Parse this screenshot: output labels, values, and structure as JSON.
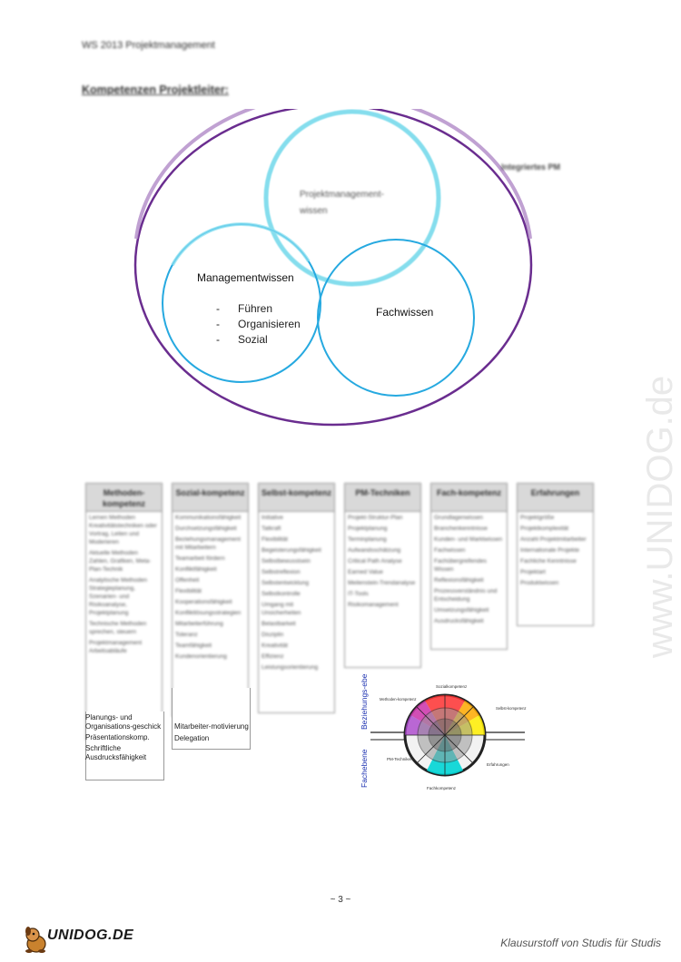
{
  "header": {
    "course": "WS 2013 Projektmanagement"
  },
  "section": {
    "title": "Kompetenzen Projektleiter:"
  },
  "venn": {
    "outer_label": "Integriertes PM",
    "circle_pm": "Projektmanagement-wissen",
    "circle_mgmt": {
      "title": "Managementwissen",
      "items": [
        "Führen",
        "Organisieren",
        "Sozial"
      ]
    },
    "circle_fach": "Fachwissen"
  },
  "watermark": "www.UNIDOG.de",
  "table": {
    "columns": [
      {
        "head": "Methoden-kompetenz",
        "items": [
          "Lernen Methoden Kreativitätstechniken oder Vortrag, Leiten und Moderieren",
          "Aktuelle Methoden Zahlen, Grafiken, Meta-Plan-Technik",
          "Analytische Methoden Strategieplanung, Szenarien- und Risikoanalyse, Projektplanung",
          "Technische Methoden sprechen, steuern",
          "Projektmanagement Arbeitsabläufe",
          "Planungs- und Organisationsgeschick",
          "Präsentationskomp.",
          "Schriftliche Ausdrucksfähigkeit"
        ]
      },
      {
        "head": "Sozial-kompetenz",
        "items": [
          "Kommunikationsfähigkeit",
          "Durchsetzungsfähigkeit",
          "Beziehungsmanagement mit Mitarbeitern",
          "Teamarbeit fördern",
          "Konfliktfähigkeit",
          "Offenheit",
          "Flexibilität",
          "Kooperationsfähigkeit",
          "Konfliktlösungsstrategien",
          "Mitarbeiterführung",
          "Toleranz",
          "Teamfähigkeit",
          "Kundenorientierung",
          "Mitarbeitermotivierung",
          "Delegation"
        ]
      },
      {
        "head": "Selbst-kompetenz",
        "items": [
          "Initiative",
          "Tatkraft",
          "Flexibilität",
          "Begeisterungsfähigkeit",
          "Selbstbewusstsein",
          "Selbstreflexion",
          "Selbstentwicklung",
          "Selbstkontrolle",
          "Umgang mit Unsicherheiten",
          "Belastbarkeit",
          "Disziplin",
          "Kreativität",
          "Effizienz",
          "Leistungsorientierung"
        ]
      },
      {
        "head": "PM-Techniken",
        "items": [
          "Projekt-Struktur-Plan",
          "Projektplanung",
          "Terminplanung",
          "Aufwandsschätzung",
          "Critical Path Analyse",
          "Earned Value",
          "Meilenstein-Trendanalyse",
          "IT-Tools",
          "Risikomanagement"
        ]
      },
      {
        "head": "Fach-kompetenz",
        "items": [
          "Grundlagenwissen",
          "Branchenkenntnisse",
          "Kunden- und Marktwissen",
          "Fachwissen",
          "Fachübergreifendes Wissen",
          "Reflexionsfähigkeit",
          "Prozessverständnis und Entscheidung",
          "Umsetzungsfähigkeit",
          "Ausdrucksfähigkeit"
        ]
      },
      {
        "head": "Erfahrungen",
        "items": [
          "Projektgröße",
          "Projektkomplexität",
          "Anzahl Projektmitarbeiter",
          "Internationale Projekte",
          "Fachliche Kenntnisse",
          "Projektart",
          "Produktwissen"
        ]
      }
    ],
    "visible_footer_items": [
      "Planungs- und Organisations-geschick",
      "Präsentationskomp.",
      "Schriftliche Ausdrucksfähigkeit"
    ],
    "visible_footer_items_col2": [
      "Mitarbeiter-motivierung",
      "Delegation"
    ]
  },
  "radar": {
    "axis_top": "Beziehungs-ebene",
    "axis_bottom": "Fachebene",
    "labels": {
      "top": "Sozialkompetenz",
      "left_top": "Methoden-kompetenz",
      "right_top": "Selbst-kompetenz",
      "left_bottom": "PM-Techniken",
      "right_bottom": "Erfahrungen",
      "bottom": "Fachkompetenz"
    },
    "segment_colors": [
      "#ff3333",
      "#ff9900",
      "#ffee00",
      "#00cccc",
      "#cc33aa",
      "#aa44cc"
    ]
  },
  "footer": {
    "page_number": "~ 3 ~",
    "logo_text": "UNIDOG.DE",
    "tagline": "Klausurstoff von Studis für Studis"
  }
}
